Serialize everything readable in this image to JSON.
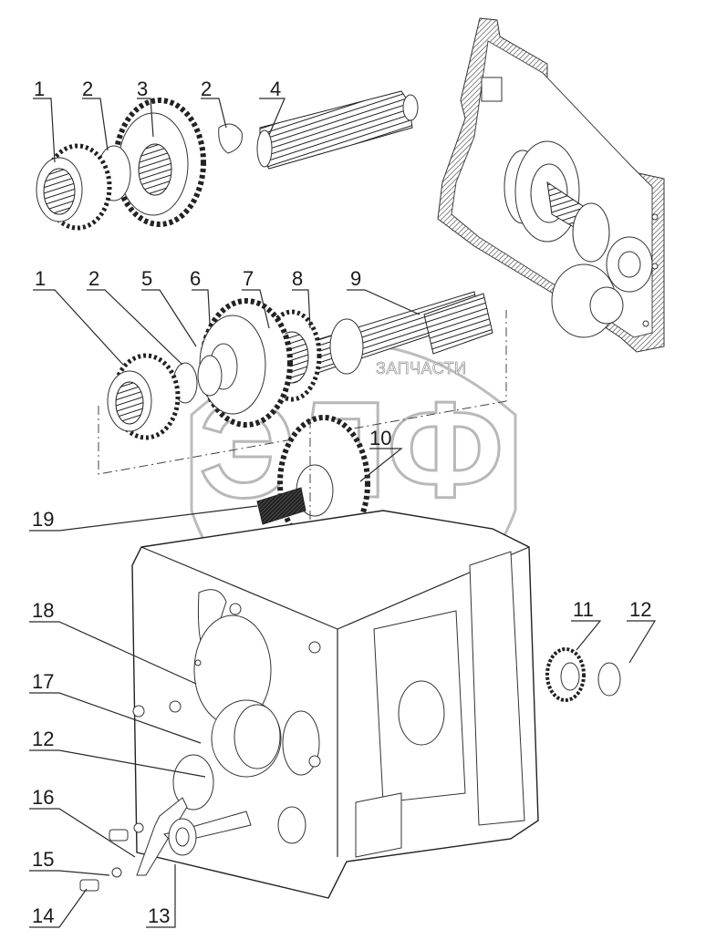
{
  "diagram": {
    "type": "exploded-parts-view",
    "subject": "gearbox housing assembly with shafts and gears",
    "watermark": {
      "logo_letters": "ЭЛФ",
      "caption": "ЗАПЧАСТИ"
    },
    "callouts": [
      {
        "id": "c1a",
        "number": "1",
        "part": "gear (upper shaft)"
      },
      {
        "id": "c2a",
        "number": "2",
        "part": "retaining ring"
      },
      {
        "id": "c3",
        "number": "3",
        "part": "gear"
      },
      {
        "id": "c2b",
        "number": "2",
        "part": "retaining ring"
      },
      {
        "id": "c4",
        "number": "4",
        "part": "splined shaft"
      },
      {
        "id": "c1b",
        "number": "1",
        "part": "gear (lower shaft)"
      },
      {
        "id": "c2c",
        "number": "2",
        "part": "retaining ring"
      },
      {
        "id": "c5",
        "number": "5",
        "part": "ring"
      },
      {
        "id": "c6",
        "number": "6",
        "part": "gear"
      },
      {
        "id": "c7",
        "number": "7",
        "part": "gear"
      },
      {
        "id": "c8",
        "number": "8",
        "part": "retaining ring"
      },
      {
        "id": "c9",
        "number": "9",
        "part": "splined shaft"
      },
      {
        "id": "c10",
        "number": "10",
        "part": "idler gear"
      },
      {
        "id": "c19",
        "number": "19",
        "part": "needle bearing"
      },
      {
        "id": "c18",
        "number": "18",
        "part": "cover"
      },
      {
        "id": "c17",
        "number": "17",
        "part": "bearing"
      },
      {
        "id": "c12a",
        "number": "12",
        "part": "retaining ring"
      },
      {
        "id": "c16",
        "number": "16",
        "part": "lock plate"
      },
      {
        "id": "c15",
        "number": "15",
        "part": "washer"
      },
      {
        "id": "c14",
        "number": "14",
        "part": "bolt"
      },
      {
        "id": "c13",
        "number": "13",
        "part": "axle"
      },
      {
        "id": "c11",
        "number": "11",
        "part": "bearing"
      },
      {
        "id": "c12b",
        "number": "12",
        "part": "retaining ring"
      }
    ]
  }
}
